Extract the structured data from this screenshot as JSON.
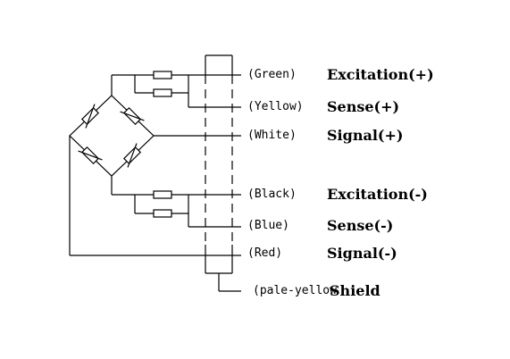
{
  "wires": [
    {
      "color_label": "(Green)",
      "signal": "Excitation(+)"
    },
    {
      "color_label": "(Yellow)",
      "signal": "Sense(+)"
    },
    {
      "color_label": "(White)",
      "signal": "Signal(+)"
    },
    {
      "color_label": "(Black)",
      "signal": "Excitation(-)"
    },
    {
      "color_label": "(Blue)",
      "signal": "Sense(-)"
    },
    {
      "color_label": "(Red)",
      "signal": "Signal(-)"
    },
    {
      "color_label": "(pale-yellow",
      "signal": "Shield"
    }
  ]
}
